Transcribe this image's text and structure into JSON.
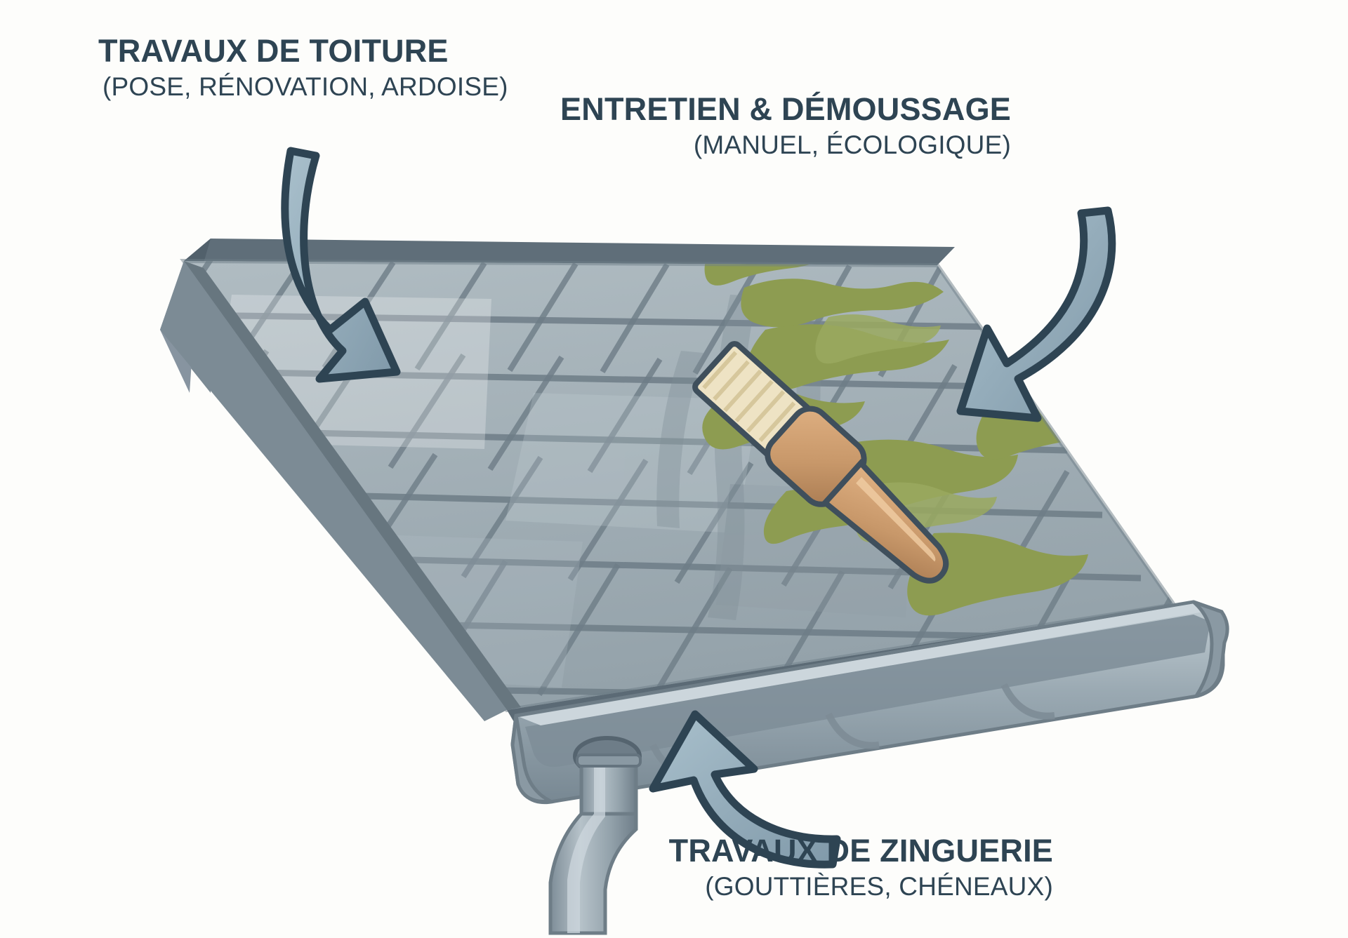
{
  "page": {
    "background_color": "#fdfdfb",
    "text_color": "#2e4453",
    "language": "fr"
  },
  "illustration": {
    "name": "roof-diagram",
    "description": "Vue en perspective d'une toiture en ardoise avec brosse de démoussage, gouttière et descente",
    "colors": {
      "slate_light": "#a8b4ba",
      "slate_mid": "#97a5ad",
      "slate_dark": "#6b7a85",
      "ridge_dark": "#5d6c76",
      "moss_green": "#8d9c51",
      "gutter_grey": "#9fadb6",
      "gutter_shadow": "#7d8d98",
      "arrow_fill": "#93aab9",
      "arrow_stroke": "#2e4453",
      "brush_wood": "#cb9a6c",
      "brush_bristle": "#eee3c4"
    },
    "elements": [
      "roof-slate-tiles",
      "roof-ridge",
      "moss-patches",
      "cleaning-brush",
      "gutter",
      "downpipe"
    ]
  },
  "callouts": [
    {
      "id": "toiture",
      "title": "TRAVAUX DE TOITURE",
      "subtitle": "(POSE, RÉNOVATION, ARDOISE)",
      "arrow": "arrow-down-right"
    },
    {
      "id": "entretien",
      "title": "ENTRETIEN & DÉMOUSSAGE",
      "subtitle": "(MANUEL, ÉCOLOGIQUE)",
      "arrow": "arrow-down-left"
    },
    {
      "id": "zinguerie",
      "title": "TRAVAUX DE ZINGUERIE",
      "subtitle": "(GOUTTIÈRES, CHÉNEAUX)",
      "arrow": "arrow-up-left"
    }
  ]
}
